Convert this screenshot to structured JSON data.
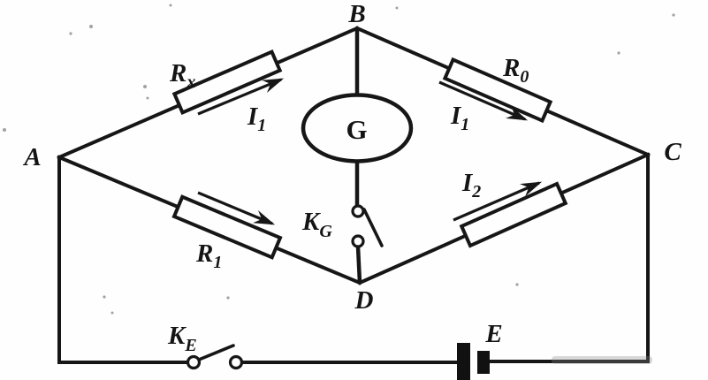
{
  "colors": {
    "ink": "#161616",
    "paper": "#fefefe"
  },
  "nodes": {
    "a": "A",
    "b": "B",
    "c": "C",
    "d": "D"
  },
  "galvanometer": {
    "label": "G"
  },
  "resistors": {
    "rx": {
      "base": "R",
      "sub": "x"
    },
    "r0": {
      "base": "R",
      "sub": "0"
    },
    "r1": {
      "base": "R",
      "sub": "1"
    }
  },
  "switches": {
    "kg": {
      "base": "K",
      "sub": "G"
    },
    "ke": {
      "base": "K",
      "sub": "E"
    }
  },
  "battery": {
    "label": "E"
  },
  "currents": {
    "i1_ab": {
      "base": "I",
      "sub": "1"
    },
    "i1_bc": {
      "base": "I",
      "sub": "1"
    },
    "i2_dc": {
      "base": "I",
      "sub": "2"
    }
  }
}
